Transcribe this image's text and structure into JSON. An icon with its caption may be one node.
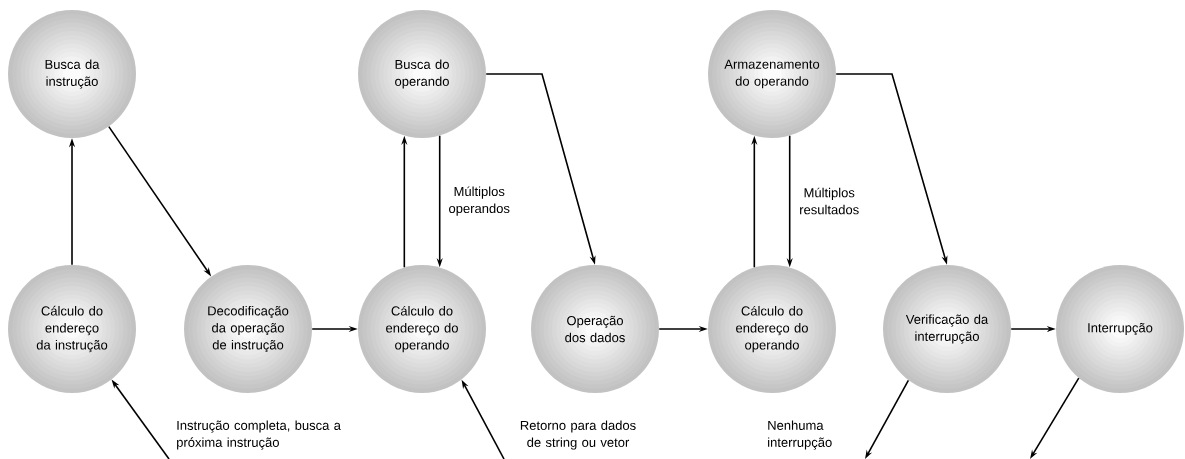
{
  "diagram": {
    "nodes": [
      {
        "text": [
          "Busca da instrução"
        ]
      },
      {
        "text": [
          "Busca do operando"
        ]
      },
      {
        "text": [
          "Armazenamento do operando"
        ]
      },
      {
        "text": [
          "Cálculo do endereço da instrução"
        ]
      },
      {
        "text": [
          "Decodificação da operação de instrução"
        ]
      },
      {
        "text": [
          "Cálculo do endereço do operando"
        ]
      },
      {
        "text": [
          "Operação dos dados"
        ]
      },
      {
        "text": [
          "Cálculo do endereço do operando"
        ]
      },
      {
        "text": [
          "Verificação da interrupção"
        ]
      },
      {
        "text": [
          "Interrupção"
        ]
      }
    ],
    "edges": [
      {
        "from": 3,
        "to": 0,
        "arrow": "to"
      },
      {
        "from": 0,
        "to": 4,
        "arrow": "to"
      },
      {
        "from": 4,
        "to": 5,
        "arrow": "to"
      },
      {
        "from": 5,
        "to": 1,
        "arrow": "to"
      },
      {
        "from": 1,
        "to": 5,
        "arrow": "to",
        "label": "Múltiplos operandos"
      },
      {
        "from": 1,
        "to": 6,
        "arrow": "to"
      },
      {
        "from": 6,
        "to": 7,
        "arrow": "to"
      },
      {
        "from": 7,
        "to": 2,
        "arrow": "to"
      },
      {
        "from": 2,
        "to": 7,
        "arrow": "to",
        "label": "Múltiplos resultados"
      },
      {
        "from": 2,
        "to": 8,
        "arrow": "to"
      },
      {
        "from": 8,
        "to": 9,
        "arrow": "to"
      },
      {
        "from": null,
        "to": 3,
        "arrow": "to",
        "label": "Instrução completa, busca a próxima instrução"
      },
      {
        "from": null,
        "to": 5,
        "arrow": "to",
        "label": "Retorno para dados de string ou vetor"
      },
      {
        "from": 8,
        "to": null,
        "arrow": "to",
        "label": "Nenhuma interrupção"
      },
      {
        "from": 9,
        "to": null,
        "arrow": "to"
      }
    ]
  }
}
